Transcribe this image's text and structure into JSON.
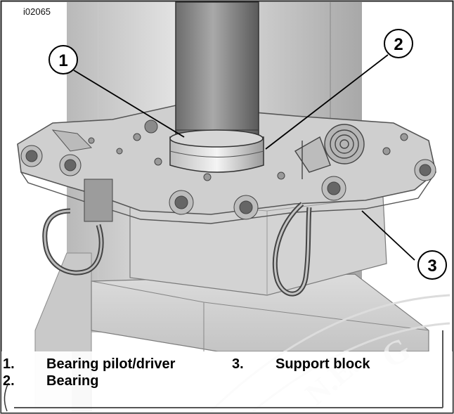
{
  "figure_id": "i02065",
  "callouts": [
    "1",
    "2",
    "3"
  ],
  "legend": [
    {
      "num": "1.",
      "label": "Bearing pilot/driver"
    },
    {
      "num": "2.",
      "label": "Bearing"
    },
    {
      "num": "3.",
      "label": "Support block"
    }
  ]
}
